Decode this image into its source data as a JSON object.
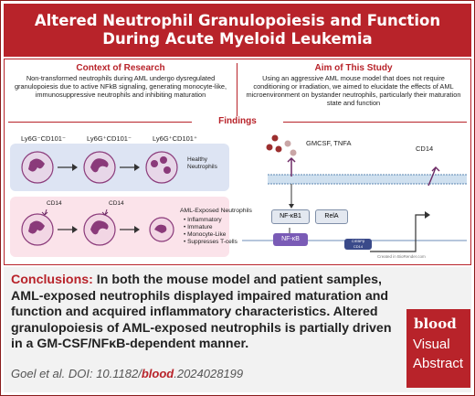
{
  "header": {
    "title_line1": "Altered Neutrophil Granulopoiesis and Function",
    "title_line2": "During Acute Myeloid Leukemia"
  },
  "context": {
    "title": "Context of Research",
    "body": "Non-transformed neutrophils during AML undergo dysregulated granulopoiesis due to active NFkB signaling, generating monocyte-like, immunosuppressive neutrophils and inhibiting maturation"
  },
  "aim": {
    "title": "Aim of This Study",
    "body": "Using an aggressive AML mouse model that does not require conditioning or irradiation, we aimed to elucidate the effects of AML microenvironment on bystander neutrophils, particularly their maturation state and function"
  },
  "findings": {
    "label": "Findings",
    "stage_labels": [
      "Ly6G⁻CD101⁻",
      "Ly6G⁺CD101⁻",
      "Ly6G⁺CD101⁺"
    ],
    "healthy_label_1": "Healthy",
    "healthy_label_2": "Neutrophils",
    "cd14_a": "CD14",
    "cd14_b": "CD14",
    "aml_title": "AML-Exposed Neutrophils",
    "aml_bullets": [
      "• Inflammatory",
      "• Immature",
      "• Monocyte-Like",
      "• Suppresses T-cells"
    ],
    "ligands": "GMCSF, TNFA",
    "receptor_label": "CD14",
    "nfkb1": "NF-κB1",
    "rela": "RelA",
    "nfkb": "NF-κB",
    "promoter": "C/EBPβ\nCD14",
    "credit": "Created in BioRender.com"
  },
  "conclusion": {
    "lead": "Conclusions:",
    "text": " In both the mouse model and patient samples, AML-exposed neutrophils displayed impaired maturation and function and acquired inflammatory characteristics. Altered granulopoiesis of AML-exposed neutrophils is partially driven in a GM-CSF/NFκB-dependent manner.",
    "cite_prefix": "Goel et al. DOI: 10.1182/",
    "cite_bold": "blood",
    "cite_suffix": ".2024028199"
  },
  "logo": {
    "brand": "blood",
    "line1": "Visual",
    "line2": "Abstract"
  },
  "colors": {
    "brand_red": "#b8232a",
    "healthy_bg": "#dde4f3",
    "aml_bg": "#fbe3ea",
    "cell_purple": "#8a3a7a",
    "nucleus": "#6e2b66"
  }
}
